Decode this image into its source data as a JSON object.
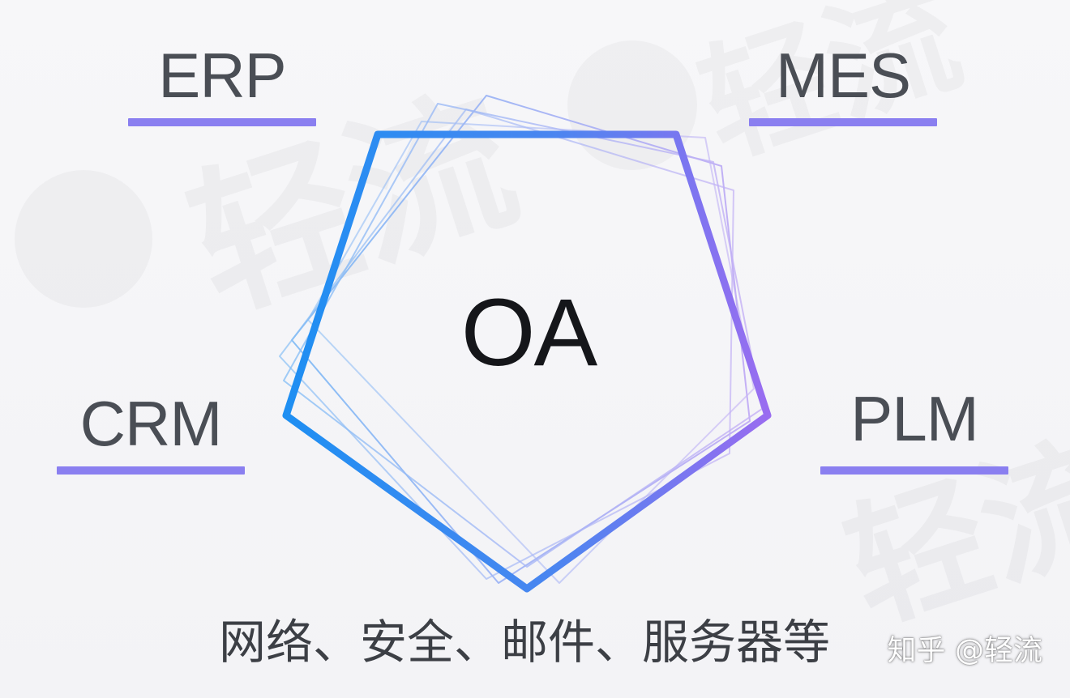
{
  "diagram": {
    "center": "OA",
    "systems": [
      {
        "id": "erp",
        "label": "ERP"
      },
      {
        "id": "mes",
        "label": "MES"
      },
      {
        "id": "crm",
        "label": "CRM"
      },
      {
        "id": "plm",
        "label": "PLM"
      }
    ],
    "caption": "网络、安全、邮件、服务器等"
  },
  "attribution": "知乎 @轻流",
  "watermark": {
    "text": "轻流"
  },
  "colors": {
    "pentagon_start": "#1e8ff2",
    "pentagon_end": "#9a6cf0",
    "underline": "#8a7ff0",
    "label_text": "#4a4e55",
    "center_text": "#15161a"
  }
}
